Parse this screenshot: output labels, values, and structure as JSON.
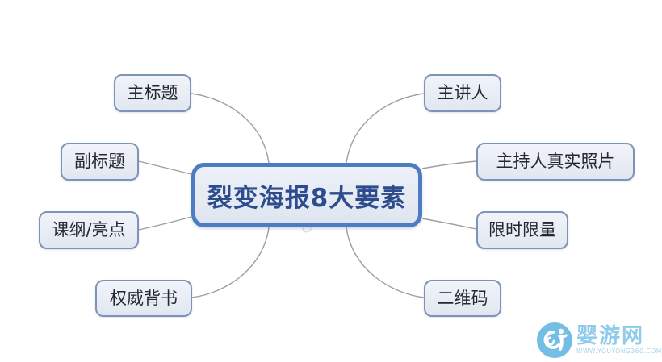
{
  "diagram": {
    "type": "mindmap",
    "center": {
      "label": "裂变海报8大要素"
    },
    "branches_left": [
      {
        "id": "main-title",
        "label": "主标题"
      },
      {
        "id": "subtitle",
        "label": "副标题"
      },
      {
        "id": "outline",
        "label": "课纲/亮点"
      },
      {
        "id": "endorsement",
        "label": "权威背书"
      }
    ],
    "branches_right": [
      {
        "id": "speaker",
        "label": "主讲人"
      },
      {
        "id": "host-photo",
        "label": "主持人真实照片"
      },
      {
        "id": "limited",
        "label": "限时限量"
      },
      {
        "id": "qrcode",
        "label": "二维码"
      }
    ]
  },
  "watermark": {
    "site_name": "婴游网",
    "site_url": "WWW.YOUYONG360.COM"
  },
  "colors": {
    "center_border": "#4e7cc2",
    "center_text": "#2d4c8e",
    "node_border": "#7e93b8",
    "node_fill": "#e7ebf3",
    "connector": "#9e9e9e",
    "watermark_blue": "#8fcbea",
    "background": "#ffffff"
  }
}
